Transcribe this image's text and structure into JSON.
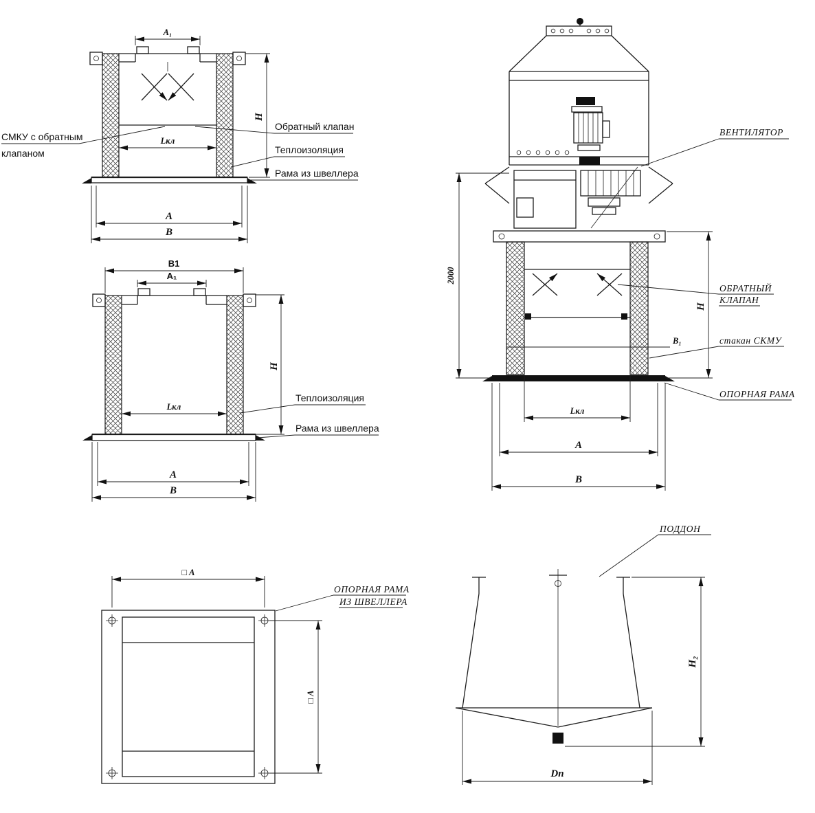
{
  "sheet": {
    "background": "#ffffff",
    "line_color": "#1c1c1c"
  },
  "section_valve": {
    "dim_a1": "А₁",
    "dim_h": "Н",
    "dim_lkl": "Lкл",
    "dim_a": "А",
    "dim_b": "В",
    "label_title_line1": "СМКУ с обратным",
    "label_title_line2": "клапаном",
    "label_check_valve": "Обратный клапан",
    "label_insulation": "Теплоизоляция",
    "label_frame": "Рама из швеллера"
  },
  "section_plain": {
    "dim_b1": "В1",
    "dim_a1": "А₁",
    "dim_h": "Н",
    "dim_lkl": "Lкл",
    "dim_a": "А",
    "dim_b": "В",
    "label_insulation": "Теплоизоляция",
    "label_frame": "Рама из швеллера"
  },
  "assembly": {
    "label_fan": "ВЕНТИЛЯТОР",
    "dim_height": "2000",
    "label_valve_line1": "ОБРАТНЫЙ",
    "label_valve_line2": "КЛАПАН",
    "dim_h": "Н",
    "dim_b1": "В₁",
    "label_cup": "стакан СКМУ",
    "label_support_frame": "ОПОРНАЯ РАМА",
    "dim_lkl": "Lкл",
    "dim_a": "А",
    "dim_b": "В"
  },
  "frame_plan": {
    "dim_a_top": "□ А",
    "dim_a_side": "□ А",
    "label_line1": "ОПОРНАЯ РАМА",
    "label_line2": "ИЗ ШВЕЛЛЕРА"
  },
  "pallet": {
    "label": "ПОДДОН",
    "dim_h2": "Н₂",
    "dim_dn": "Dп"
  }
}
